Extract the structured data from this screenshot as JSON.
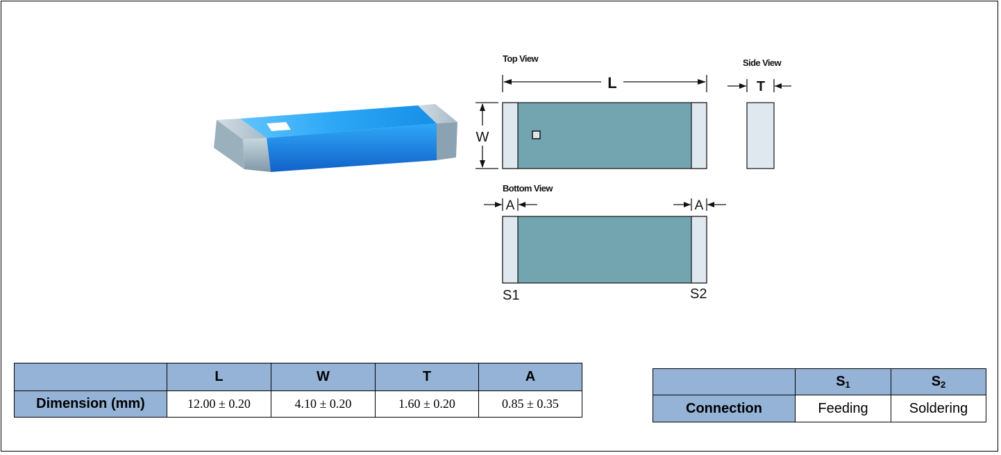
{
  "views": {
    "top_view": "Top View",
    "side_view": "Side View",
    "bottom_view": "Bottom View"
  },
  "dim_labels": {
    "L": "L",
    "W": "W",
    "T": "T",
    "A_left": "A",
    "A_right": "A",
    "S1": "S1",
    "S2": "S2"
  },
  "dimension_table": {
    "headers": [
      "",
      "L",
      "W",
      "T",
      "A"
    ],
    "row_label": "Dimension (mm)",
    "values": [
      "12.00 ± 0.20",
      "4.10 ± 0.20",
      "1.60 ± 0.20",
      "0.85 ± 0.35"
    ]
  },
  "connection_table": {
    "headers": [
      "",
      "S",
      "1",
      "S",
      "2"
    ],
    "row_label": "Connection",
    "values": [
      "Feeding",
      "Soldering"
    ]
  },
  "colors": {
    "header_fill": "#95b3d7",
    "body_fill": "#73a5b0",
    "terminal_fill": "#e0e8ef",
    "chip_blue": "#1f86e0"
  }
}
